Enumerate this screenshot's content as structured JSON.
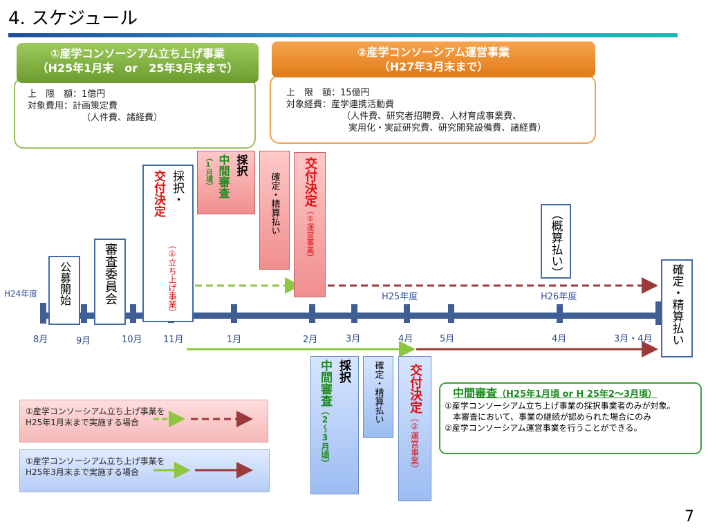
{
  "slide": {
    "title": "4. スケジュール",
    "page_number": "7"
  },
  "project1": {
    "header_line1": "①産学コンソーシアム立ち上げ事業",
    "header_line2": "（H25年1月末　or　25年3月末まで）",
    "limit": "上　限　額：1億円",
    "cost_label": "対象費用：計画策定費",
    "cost_detail": "（人件費、諸経費）"
  },
  "project2": {
    "header_line1": "②産学コンソーシアム運営事業",
    "header_line2": "（H27年3月末まで）",
    "limit": "上　限　額：15億円",
    "cost_label": "対象経費：産学連携活動費",
    "cost_detail1": "（人件費、研究者招聘費、人材育成事業費、",
    "cost_detail2": "実用化・実証研究費、研究開発設備費、諸経費）"
  },
  "steps": {
    "koubo": "公募開始",
    "shinsa": "審査委員会",
    "saitaku1": "採択・",
    "koufu1": "交付決定",
    "koufu1_sub": "（①立ち上げ事業）",
    "saitaku_top": "採択",
    "chukan_top": "中間審査",
    "chukan_top_sub": "（1月頃）",
    "kakutei_top": "確定・精算払い",
    "koufu2_top": "交付決定",
    "koufu2_top_sub": "（②運営事業）",
    "gaisan": "（概算払い）",
    "kakutei_end": "確定・精算払い",
    "saitaku_bottom": "採択",
    "chukan_bottom": "中間審査",
    "chukan_bottom_sub": "（2〜3月頃）",
    "kakutei_bottom": "確定・精算払い",
    "koufu2_bottom": "交付決定",
    "koufu2_bottom_sub": "（②運営事業）"
  },
  "timeline": {
    "year_h24": "H24年度",
    "year_h25": "H25年度",
    "year_h26": "H26年度",
    "months": [
      "8月",
      "9月",
      "10月",
      "11月",
      "1月",
      "2月",
      "3月",
      "4月",
      "5月",
      "4月",
      "3月・4月"
    ]
  },
  "legend": {
    "case1_line1": "①産学コンソーシアム立ち上げ事業を",
    "case1_line2": "H25年1月末まで実施する場合",
    "case2_line1": "①産学コンソーシアム立ち上げ事業を",
    "case2_line2": "H25年3月末まで実施する場合"
  },
  "note": {
    "title": "中間審査",
    "title_sub": "（H25年1月頃 or H 25年2〜3月頃）",
    "line1": "①産学コンソーシアム立ち上げ事業の採択事業者のみが対象。",
    "line2": "本審査において、事業の継続が認められた場合にのみ",
    "line3": "②産学コンソーシアム運営事業を行うことができる。"
  },
  "colors": {
    "green_arrow": "#8dc63f",
    "red_arrow": "#9b3a3a",
    "timeline": "#3f5f94",
    "emphasis_red": "#e01010",
    "emphasis_green": "#1e8a1e"
  }
}
